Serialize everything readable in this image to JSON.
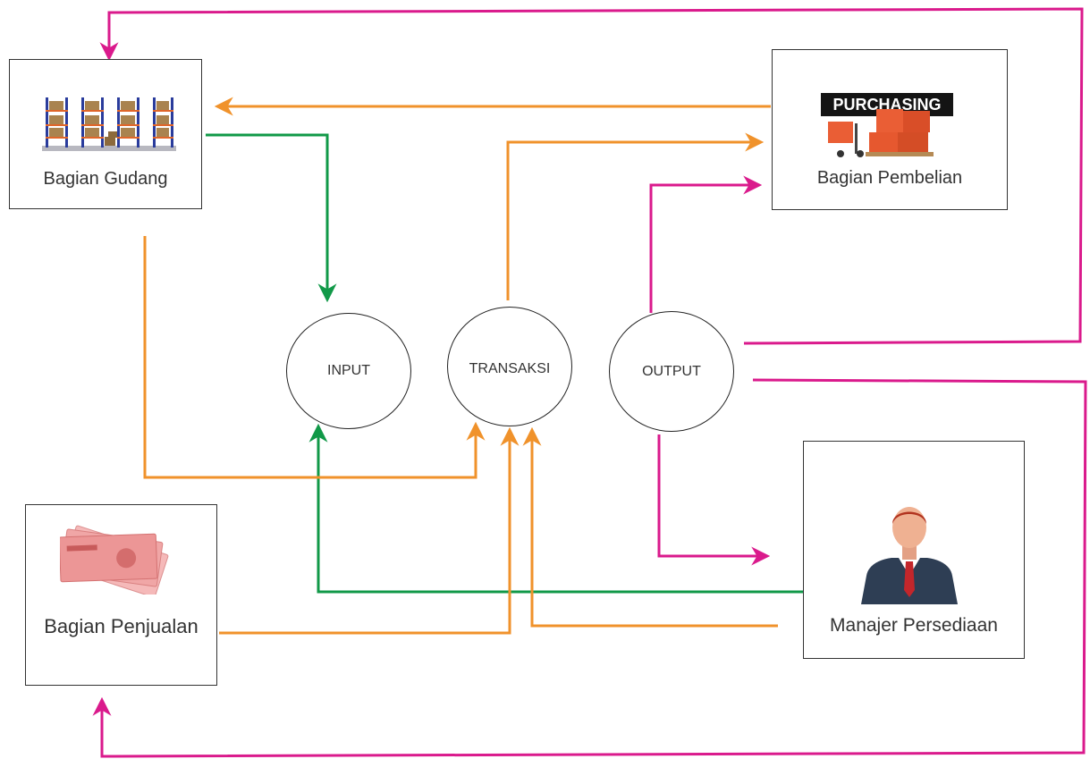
{
  "boxes": {
    "gudang": {
      "label": "Bagian Gudang",
      "icon": "warehouse-shelves-icon"
    },
    "pembelian": {
      "label": "Bagian Pembelian",
      "icon": "purchasing-boxes-icon",
      "sign_text": "PURCHASING"
    },
    "penjualan": {
      "label": "Bagian Penjualan",
      "icon": "banknotes-icon"
    },
    "manajer": {
      "label": "Manajer Persediaan",
      "icon": "businessman-icon"
    }
  },
  "processes": {
    "input": {
      "label": "INPUT"
    },
    "transaksi": {
      "label": "TRANSAKSI"
    },
    "output": {
      "label": "OUTPUT"
    }
  },
  "colors": {
    "orange": "#F0922B",
    "green": "#119948",
    "magenta": "#DA1A8C",
    "border": "#333333"
  }
}
